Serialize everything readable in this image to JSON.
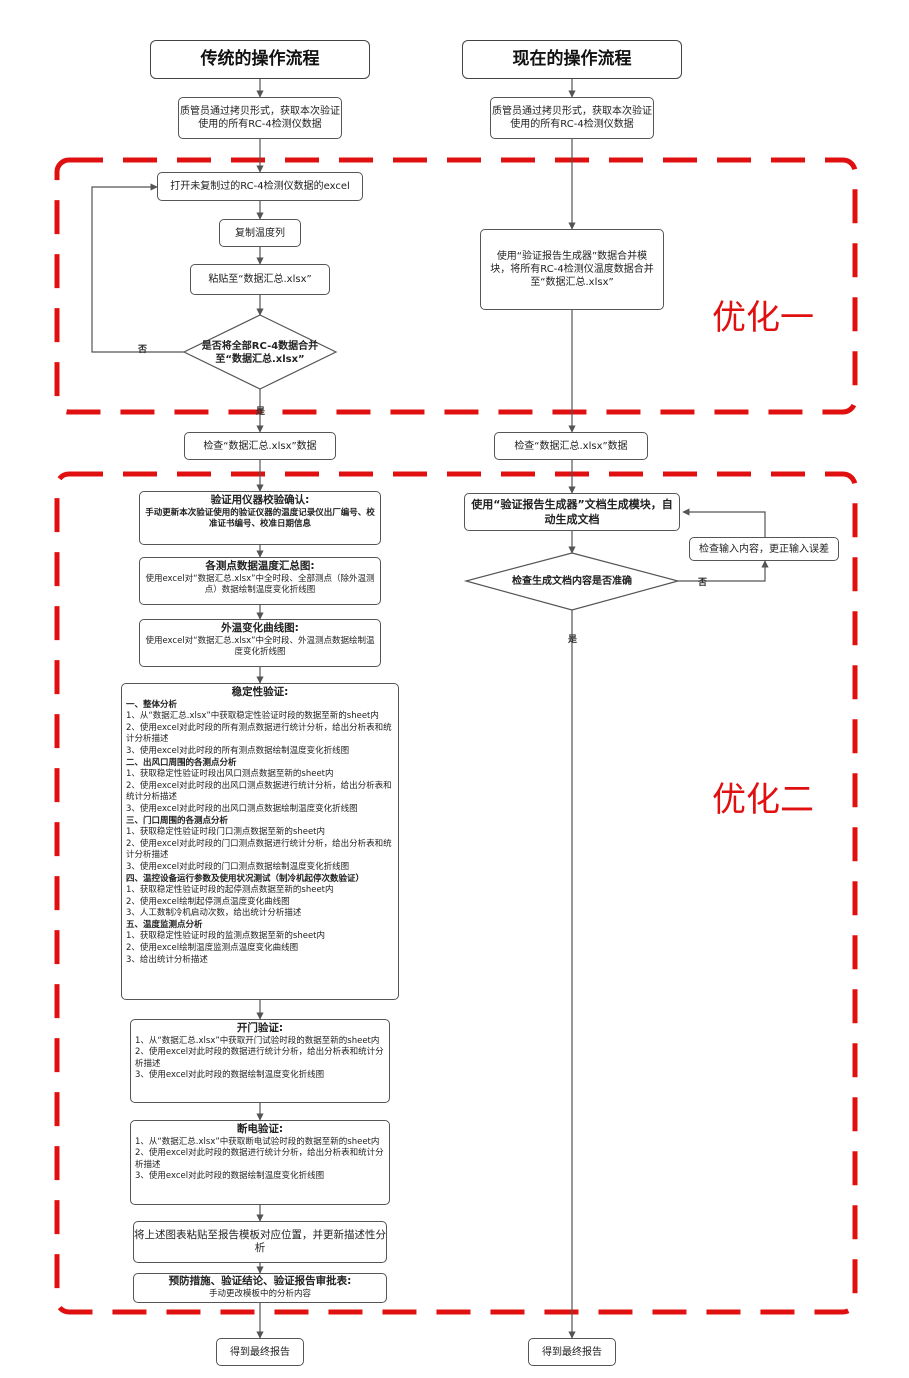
{
  "headers": {
    "traditional": "传统的操作流程",
    "current": "现在的操作流程"
  },
  "optimizations": {
    "one": "优化一",
    "two": "优化二"
  },
  "traditional": {
    "get_data": "质管员通过拷贝形式，获取本次验证使用的所有RC-4检测仪数据",
    "open_excel": "打开未复制过的RC-4检测仪数据的excel",
    "copy_col": "复制温度列",
    "paste": "粘贴至“数据汇总.xlsx”",
    "merge_decision": "是否将全部RC-4数据合并至“数据汇总.xlsx”",
    "no": "否",
    "yes": "是",
    "check": "检查“数据汇总.xlsx”数据",
    "calib": {
      "title": "验证用仪器校验确认:",
      "sub": "手动更新本次验证使用的验证仪器的温度记录仪出厂编号、校准证书编号、校准日期信息"
    },
    "summary_chart": {
      "title": "各测点数据温度汇总图:",
      "sub": "使用excel对“数据汇总.xlsx”中全时段、全部测点（除外温测点）数据绘制温度变化折线图"
    },
    "outside_chart": {
      "title": "外温变化曲线图:",
      "sub": "使用excel对“数据汇总.xlsx”中全时段、外温测点数据绘制温度变化折线图"
    },
    "stability": {
      "title": "稳定性验证:",
      "lines": [
        {
          "t": "一、整体分析",
          "b": true
        },
        {
          "t": "1、从“数据汇总.xlsx”中获取稳定性验证时段的数据至新的sheet内"
        },
        {
          "t": "2、使用excel对此时段的所有测点数据进行统计分析，给出分析表和统计分析描述"
        },
        {
          "t": "3、使用excel对此时段的所有测点数据绘制温度变化折线图"
        },
        {
          "t": "二、出风口周围的各测点分析",
          "b": true
        },
        {
          "t": "1、获取稳定性验证时段出风口测点数据至新的sheet内"
        },
        {
          "t": "2、使用excel对此时段的出风口测点数据进行统计分析，给出分析表和统计分析描述"
        },
        {
          "t": "3、使用excel对此时段的出风口测点数据绘制温度变化折线图"
        },
        {
          "t": "三、门口周围的各测点分析",
          "b": true
        },
        {
          "t": "1、获取稳定性验证时段门口测点数据至新的sheet内"
        },
        {
          "t": "2、使用excel对此时段的门口测点数据进行统计分析，给出分析表和统计分析描述"
        },
        {
          "t": "3、使用excel对此时段的门口测点数据绘制温度变化折线图"
        },
        {
          "t": "四、温控设备运行参数及使用状况测试（制冷机起停次数验证）",
          "b": true
        },
        {
          "t": "1、获取稳定性验证时段的起停测点数据至新的sheet内"
        },
        {
          "t": "2、使用excel绘制起停测点温度变化曲线图"
        },
        {
          "t": "3、人工数制冷机启动次数，给出统计分析描述"
        },
        {
          "t": "五、温度监测点分析",
          "b": true
        },
        {
          "t": "1、获取稳定性验证时段的监测点数据至新的sheet内"
        },
        {
          "t": "2、使用excel绘制温度监测点温度变化曲线图"
        },
        {
          "t": "3、给出统计分析描述"
        }
      ]
    },
    "door": {
      "title": "开门验证:",
      "lines": [
        "1、从“数据汇总.xlsx”中获取开门试验时段的数据至新的sheet内",
        "2、使用excel对此时段的数据进行统计分析，给出分析表和统计分析描述",
        "3、使用excel对此时段的数据绘制温度变化折线图"
      ]
    },
    "power": {
      "title": "断电验证:",
      "lines": [
        "1、从“数据汇总.xlsx”中获取断电试验时段的数据至新的sheet内",
        "2、使用excel对此时段的数据进行统计分析，给出分析表和统计分析描述",
        "3、使用excel对此时段的数据绘制温度变化折线图"
      ]
    },
    "paste_report": "将上述图表粘贴至报告模板对应位置，并更新描述性分析",
    "prevent": {
      "title": "预防措施、验证结论、验证报告审批表:",
      "sub": "手动更改模板中的分析内容"
    },
    "final": "得到最终报告"
  },
  "current": {
    "get_data": "质管员通过拷贝形式，获取本次验证使用的所有RC-4检测仪数据",
    "merge": "使用“验证报告生成器”数据合并模块，将所有RC-4检测仪温度数据合并至“数据汇总.xlsx”",
    "check": "检查“数据汇总.xlsx”数据",
    "generate": "使用“验证报告生成器”文档生成模块，自动生成文档",
    "fix_input": "检查输入内容，更正输入误差",
    "accurate_decision": "检查生成文档内容是否准确",
    "no": "否",
    "yes": "是",
    "final": "得到最终报告"
  }
}
